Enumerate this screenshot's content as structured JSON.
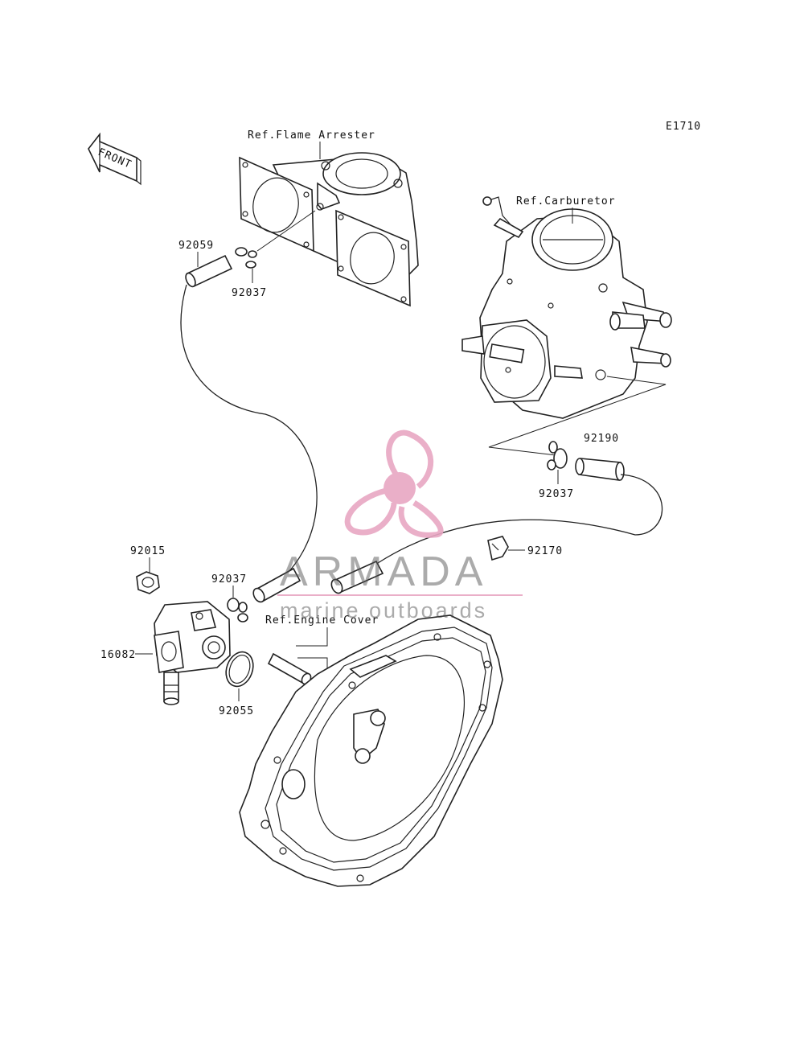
{
  "diagram_code": "E1710",
  "front_arrow": {
    "label": "FRONT",
    "icon": "front-arrow-icon"
  },
  "refs": {
    "flame_arrester": "Ref.Flame Arrester",
    "carburetor": "Ref.Carburetor",
    "engine_cover": "Ref.Engine Cover"
  },
  "parts": {
    "p92059": "92059",
    "p92037_top": "92037",
    "p92190": "92190",
    "p92037_right": "92037",
    "p92015": "92015",
    "p92037_mid": "92037",
    "p92170": "92170",
    "p16082": "16082",
    "p92055": "92055"
  },
  "watermark": {
    "brand": "ARMADA",
    "tagline": "marine outboards",
    "color": "#e8a7c3",
    "icon": "propeller-icon"
  }
}
